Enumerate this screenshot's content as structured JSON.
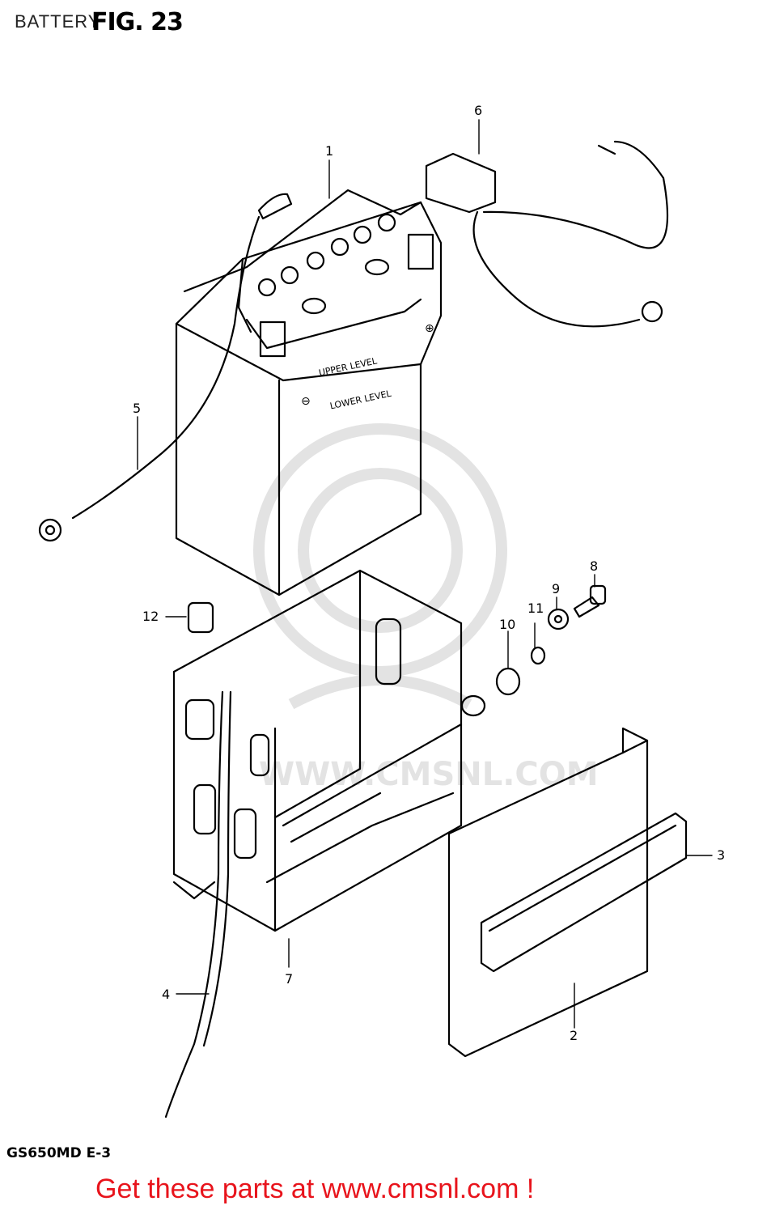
{
  "header": {
    "title": "BATTERY",
    "figure": "FIG. 23"
  },
  "watermark": {
    "text": "WWW.CMSNL.COM",
    "color": "#e3e3e3"
  },
  "callouts": [
    {
      "id": "1",
      "part": "battery"
    },
    {
      "id": "2",
      "part": "cover"
    },
    {
      "id": "3",
      "part": "band"
    },
    {
      "id": "4",
      "part": "breather-hose"
    },
    {
      "id": "5",
      "part": "negative-lead"
    },
    {
      "id": "6",
      "part": "positive-lead"
    },
    {
      "id": "7",
      "part": "battery-case"
    },
    {
      "id": "8",
      "part": "bolt"
    },
    {
      "id": "9",
      "part": "washer"
    },
    {
      "id": "10",
      "part": "cushion"
    },
    {
      "id": "11",
      "part": "collar"
    },
    {
      "id": "12",
      "part": "cap"
    }
  ],
  "battery_labels": {
    "upper": "UPPER LEVEL",
    "lower": "LOWER LEVEL",
    "plus": "⊕",
    "minus": "⊖"
  },
  "footer": {
    "model_code": "GS650MD E-3",
    "cta": "Get these parts at www.cmsnl.com !",
    "cta_color": "#e8141c"
  }
}
